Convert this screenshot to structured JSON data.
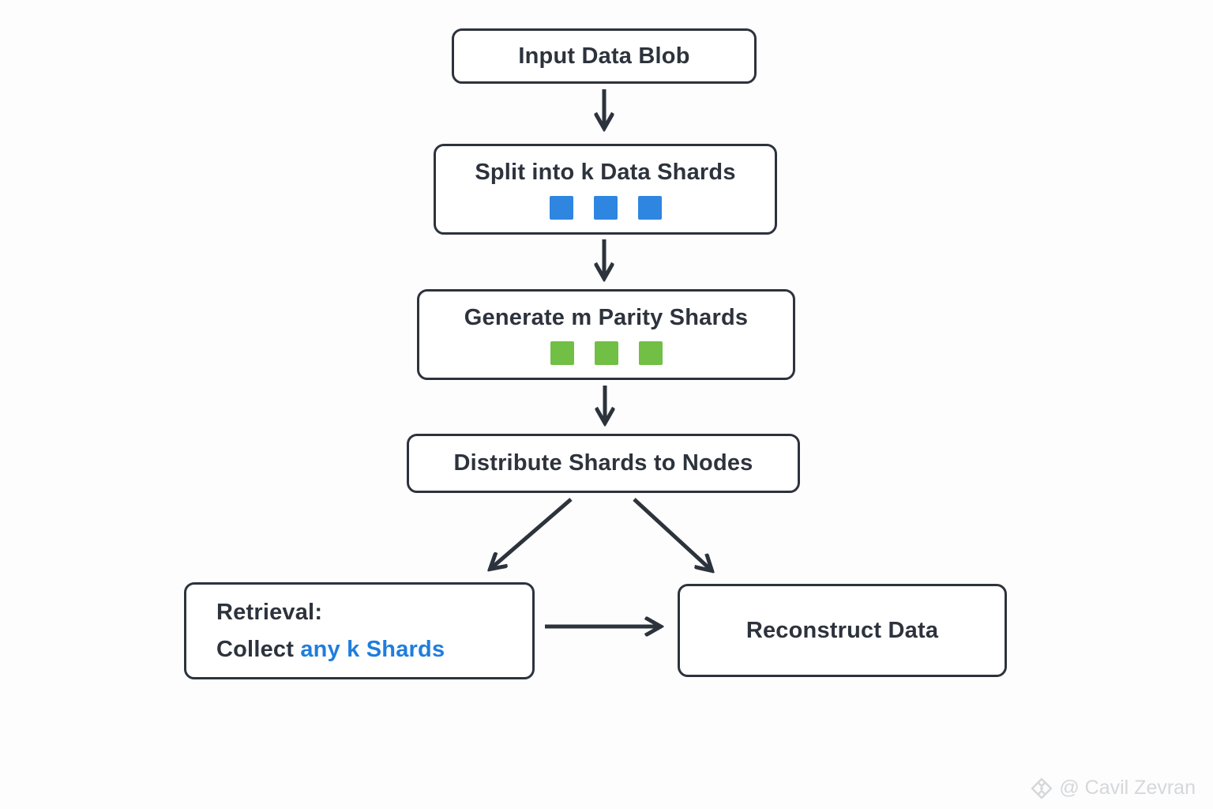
{
  "colors": {
    "ink": "#2d333c",
    "data_shard_blue": "#2e86e0",
    "parity_shard_green": "#71bf45",
    "accent_blue": "#1f7dde",
    "watermark_gray": "#d5d7d9",
    "background": "#fdfdfe"
  },
  "flow": {
    "input": {
      "label": "Input Data Blob"
    },
    "split": {
      "label": "Split into k Data Shards",
      "shard_count": 3
    },
    "parity": {
      "label": "Generate m Parity Shards",
      "shard_count": 3
    },
    "distribute": {
      "label": "Distribute Shards to Nodes"
    },
    "retrieval": {
      "title": "Retrieval:",
      "line_prefix": "Collect ",
      "line_highlight": "any k Shards"
    },
    "reconstruct": {
      "label": "Reconstruct Data"
    }
  },
  "watermark": {
    "handle": "@ Cavil Zevran",
    "icon": "gem-diamond-icon"
  }
}
